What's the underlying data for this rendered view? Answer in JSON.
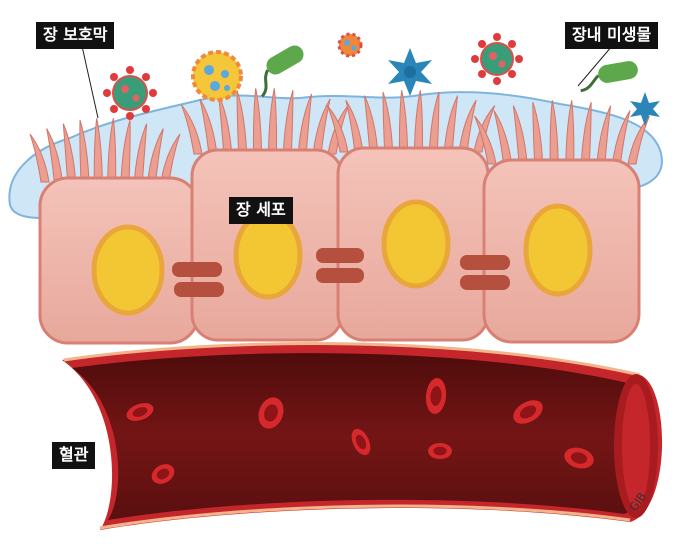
{
  "labels": {
    "mucus_layer": "장 보호막",
    "microbiota": "장내 미생물",
    "intestinal_cells": "장 세포",
    "blood_vessel": "혈관"
  },
  "credit": "GIB",
  "colors": {
    "mucus": "#cfe6f7",
    "mucus_edge": "#7fb4de",
    "cell_fill": "#f1b8ad",
    "cell_edge": "#d98075",
    "villi": "#ec9e90",
    "nucleus": "#f3c733",
    "nucleus_ring": "#e9a63a",
    "junction": "#b5503f",
    "vessel_wall": "#c4262b",
    "vessel_inner": "#6e1414",
    "blood_cell": "#d7282c"
  }
}
